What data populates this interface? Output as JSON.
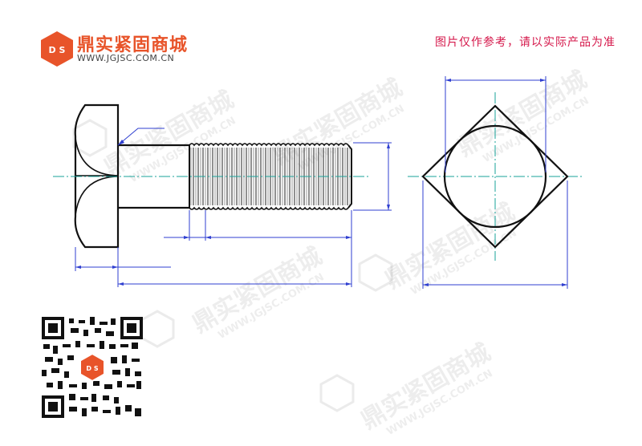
{
  "logo": {
    "badge": "D S",
    "brand": "鼎实紧固商城",
    "url": "WWW.JGJSC.COM.CN"
  },
  "disclaimer": "图片仅作参考，请以实际产品为准",
  "watermark": {
    "brand": "鼎实紧固商城",
    "url": "WWW.JGJSC.COM.CN"
  },
  "qr_code": {
    "badge": "D S"
  },
  "colors": {
    "brand_orange": "#e8542a",
    "disclaimer_red": "#d5184b",
    "dimension_blue": "#2f3fd0",
    "centerline_teal": "#1aa39a",
    "outline": "#111111"
  }
}
